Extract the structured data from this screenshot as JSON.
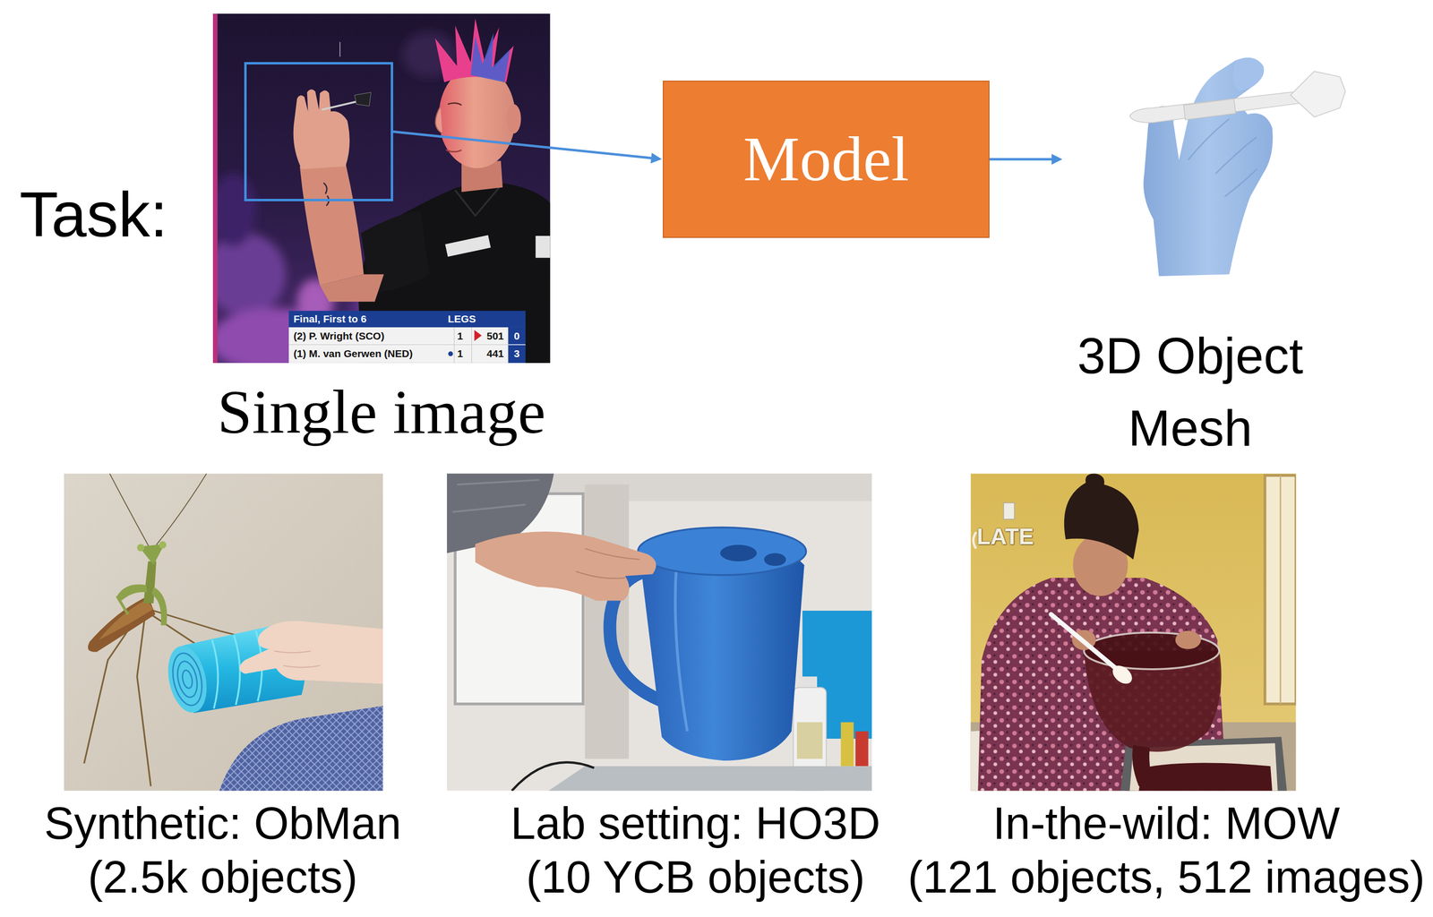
{
  "diagram": {
    "nodes": [
      {
        "text": [
          "Single image"
        ]
      },
      {
        "text": [
          "Model"
        ]
      },
      {
        "text": [
          "3D Object Mesh"
        ]
      },
      {
        "text": [
          "Synthetic: ObMan (2.5k objects)"
        ]
      },
      {
        "text": [
          "Lab setting: HO3D (10 YCB objects)"
        ]
      },
      {
        "text": [
          "In-the-wild: MOW (121 objects, 512 images)"
        ]
      }
    ],
    "edges": [
      {
        "from": 0,
        "to": 1,
        "arrow": "to"
      },
      {
        "from": 1,
        "to": 2,
        "arrow": "to"
      }
    ],
    "labels": [
      "Task:",
      "Final, First to 6",
      "LEGS",
      "(2) P. Wright (SCO)",
      "1",
      "501",
      "0",
      "(1) M. van Gerwen (NED)",
      "1",
      "441",
      "3",
      "LATE"
    ]
  }
}
